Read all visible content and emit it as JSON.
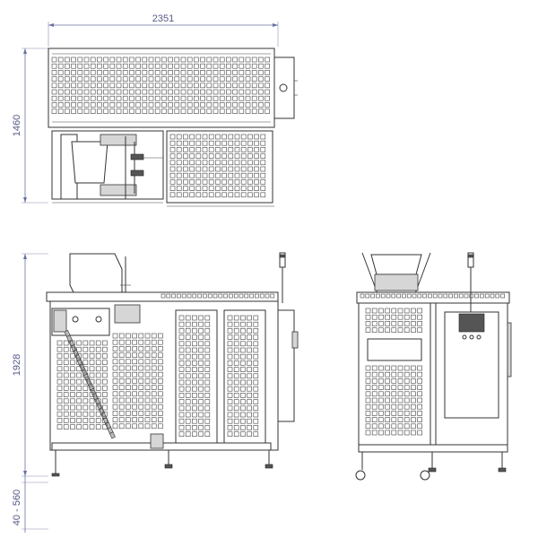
{
  "dimensions": {
    "width_label": "2351",
    "top_height_label": "1460",
    "side_height_label": "1928",
    "leg_range_label": "40 - 560"
  },
  "views": {
    "top": "top-view",
    "side": "side-view",
    "front": "front-view"
  },
  "colors": {
    "dimension": "#555a86",
    "line": "#333333",
    "background": "#ffffff"
  }
}
